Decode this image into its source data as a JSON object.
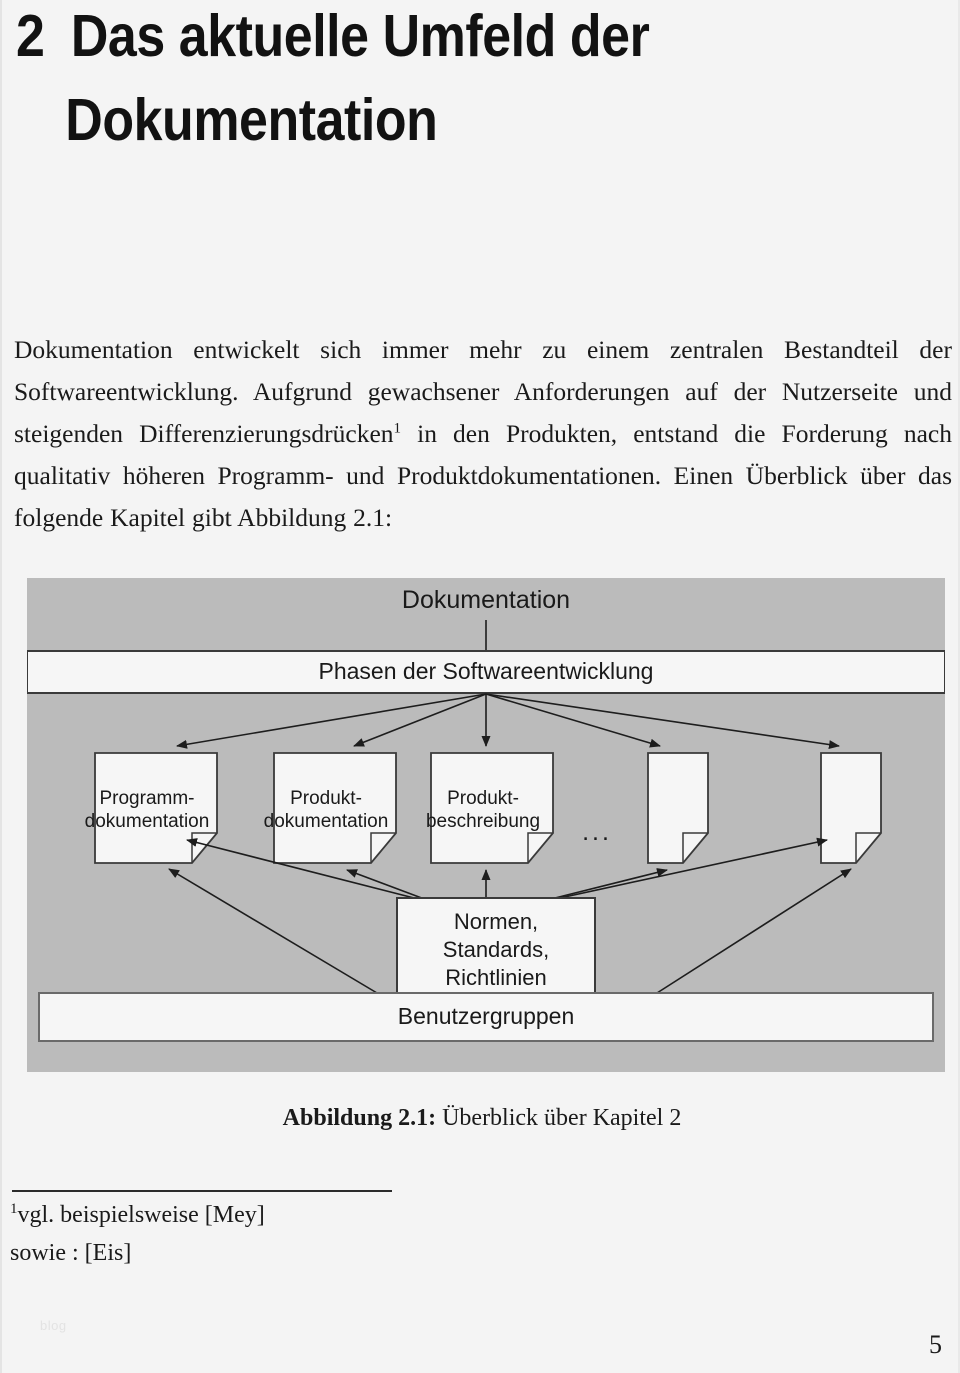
{
  "document": {
    "page_number": "5",
    "watermark": "blog"
  },
  "heading": {
    "number": "2",
    "line1": "Das aktuelle Umfeld der",
    "line2": "Dokumentation"
  },
  "body": {
    "paragraph_part1": "Dokumentation entwickelt sich immer mehr zu einem zentralen Bestandteil der Softwareentwicklung. Aufgrund gewachsener Anforderungen auf der Nutzerseite und steigenden Differenzierungsdrücken",
    "footnote_marker": "1",
    "paragraph_part2": " in den Produkten, entstand die Forderung nach qualitativ höheren Programm- und Produktdokumentationen. Einen Überblick über das folgende Kapitel gibt Abbildung 2.1:"
  },
  "figure": {
    "caption_label": "Abbildung 2.1:",
    "caption_text": " Überblick über Kapitel 2",
    "background_color": "#bbbbbb",
    "box_fill": "#f6f6f6",
    "stroke_color": "#3a3a3a",
    "title": "Dokumentation",
    "phase_box": "Phasen der Softwareentwicklung",
    "documents": [
      {
        "line1": "Programm-",
        "line2": "dokumentation"
      },
      {
        "line1": "Produkt-",
        "line2": "dokumentation"
      },
      {
        "line1": "Produkt-",
        "line2": "beschreibung"
      },
      {
        "line1": "",
        "line2": ""
      },
      {
        "line1": "",
        "line2": ""
      }
    ],
    "ellipsis": "...",
    "standards_box": [
      "Normen,",
      "Standards,",
      "Richtlinien"
    ],
    "user_groups_box": "Benutzergruppen"
  },
  "footnote": {
    "marker": "1",
    "line1": "vgl. beispielsweise [Mey]",
    "line2": "sowie : [Eis]"
  }
}
